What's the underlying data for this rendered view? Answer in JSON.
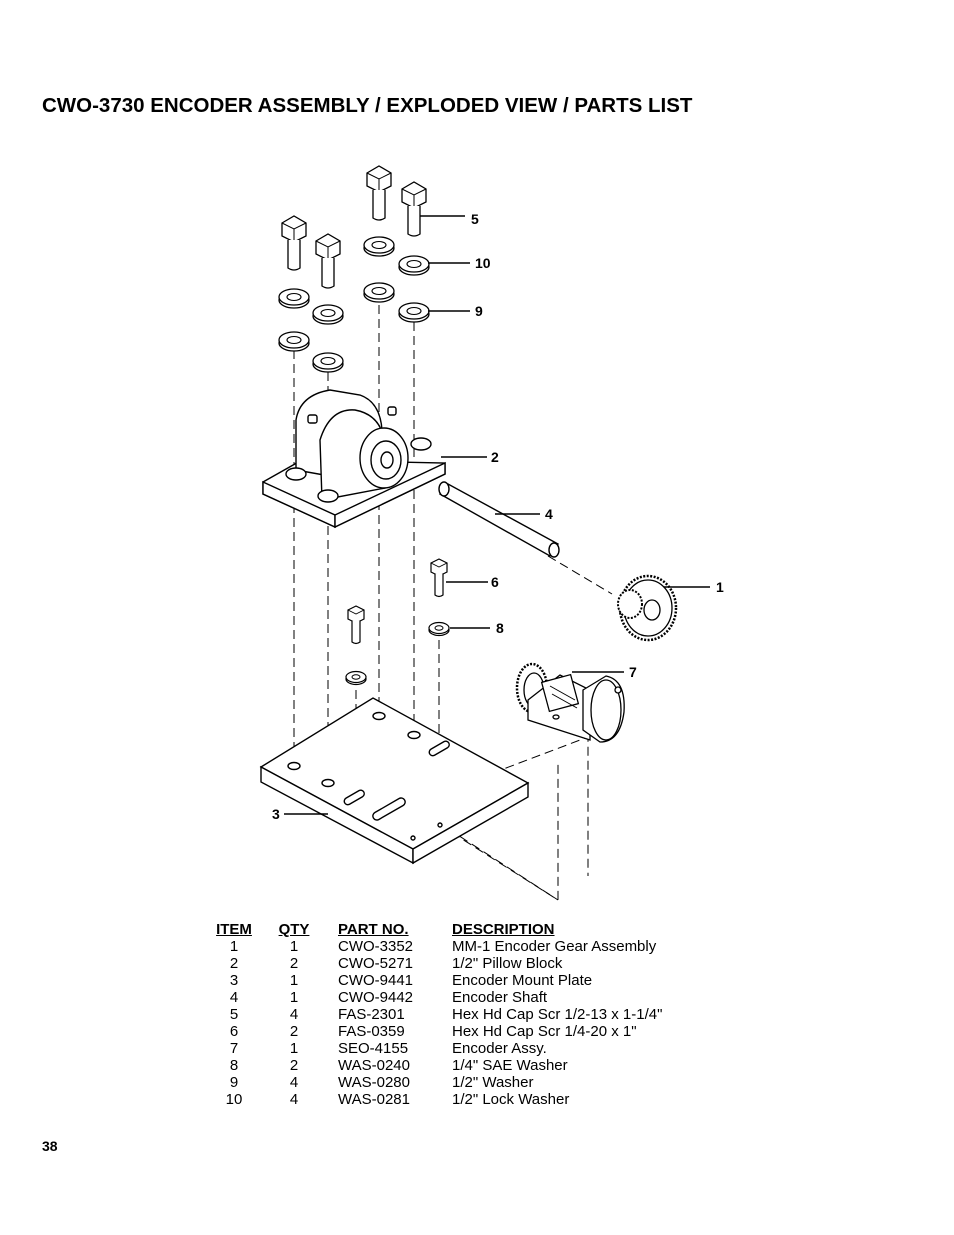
{
  "document": {
    "title": "CWO-3730  ENCODER ASSEMBLY / EXPLODED VIEW / PARTS LIST",
    "page_number": "38"
  },
  "diagram": {
    "callouts": [
      "5",
      "10",
      "9",
      "2",
      "4",
      "1",
      "6",
      "8",
      "7",
      "3"
    ]
  },
  "parts_table": {
    "headers": [
      "ITEM",
      "QTY",
      "PART NO.",
      "DESCRIPTION"
    ],
    "rows": [
      [
        "1",
        "1",
        "CWO-3352",
        "MM-1 Encoder Gear Assembly"
      ],
      [
        "2",
        "2",
        "CWO-5271",
        "1/2\" Pillow Block"
      ],
      [
        "3",
        "1",
        "CWO-9441",
        "Encoder Mount Plate"
      ],
      [
        "4",
        "1",
        "CWO-9442",
        "Encoder Shaft"
      ],
      [
        "5",
        "4",
        "FAS-2301",
        "Hex Hd Cap Scr 1/2-13 x 1-1/4\""
      ],
      [
        "6",
        "2",
        "FAS-0359",
        "Hex Hd Cap Scr 1/4-20 x 1\""
      ],
      [
        "7",
        "1",
        "SEO-4155",
        "Encoder Assy."
      ],
      [
        "8",
        "2",
        "WAS-0240",
        "1/4\" SAE Washer"
      ],
      [
        "9",
        "4",
        "WAS-0280",
        "1/2\" Washer"
      ],
      [
        "10",
        "4",
        "WAS-0281",
        "1/2\" Lock Washer"
      ]
    ]
  }
}
